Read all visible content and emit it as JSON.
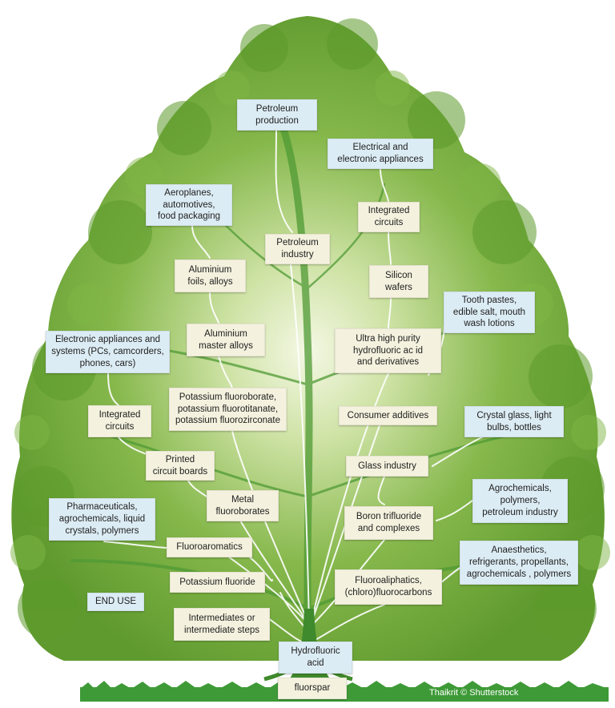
{
  "credit": "Thaikrit © Shutterstock",
  "colors": {
    "foliage": "#6fa33a",
    "foliage_dark": "#4e8a22",
    "trunk": "#3f8a2c",
    "branch_line": "#ffffff",
    "product_box": "#f4f1de",
    "end_use_box": "#dcecf4",
    "grass": "#3e9a37"
  },
  "nodes": {
    "petroleum_production": "Petroleum\nproduction",
    "electrical_appliances": "Electrical and\nelectronic appliances",
    "aeroplanes": "Aeroplanes,\nautomotives,\nfood packaging",
    "integrated_circuits_top": "Integrated\ncircuits",
    "petroleum_industry": "Petroleum\nindustry",
    "aluminium_foils": "Aluminium\nfoils, alloys",
    "silicon_wafers": "Silicon\nwafers",
    "tooth_pastes": "Tooth pastes,\nedible salt, mouth\nwash lotions",
    "electronic_appliances_systems": "Electronic appliances and\nsystems (PCs, camcorders,\nphones, cars)",
    "aluminium_master_alloys": "Aluminium\nmaster alloys",
    "ultra_high_purity": "Ultra high purity\nhydrofluoric ac id\nand derivatives",
    "potassium_fluoroborate": "Potassium fluoroborate,\npotassium fluorotitanate,\npotassium fluorozirconate",
    "integrated_circuits_left": "Integrated\ncircuits",
    "consumer_additives": "Consumer additives",
    "crystal_glass": "Crystal glass, light\nbulbs, bottles",
    "printed_circuit_boards": "Printed\ncircuit boards",
    "glass_industry": "Glass industry",
    "metal_fluoroborates": "Metal\nfluoroborates",
    "agrochemicals_polymers": "Agrochemicals,\npolymers,\npetroleum industry",
    "pharmaceuticals": "Pharmaceuticals,\nagrochemicals, liquid\ncrystals, polymers",
    "boron_trifluoride": "Boron trifluoride\nand complexes",
    "fluoroaromatics": "Fluoroaromatics",
    "anaesthetics": "Anaesthetics,\nrefrigerants, propellants,\nagrochemicals , polymers",
    "potassium_fluoride": "Potassium fluoride",
    "fluoroaliphatics": "Fluoroaliphatics,\n(chloro)fluorocarbons",
    "end_use": "END USE",
    "intermediates": "Intermediates or\nintermediate steps",
    "hydrofluoric_acid": "Hydrofluoric\nacid",
    "fluorspar": "fluorspar"
  }
}
